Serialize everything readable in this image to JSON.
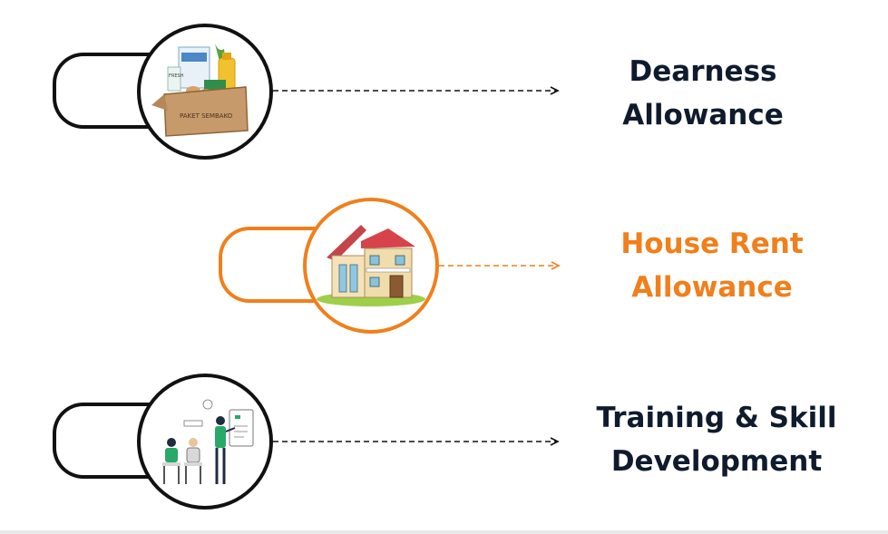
{
  "items": [
    {
      "label_line1": "Dearness",
      "label_line2": "Allowance",
      "icon": "grocery-box-icon",
      "box_text": "PAKET SEMBAKO",
      "box_small": "FRESH",
      "color": "#111111"
    },
    {
      "label_line1": "House Rent",
      "label_line2": "Allowance",
      "icon": "house-icon",
      "color": "#f07f1c"
    },
    {
      "label_line1": "Training & Skill",
      "label_line2": "Development",
      "icon": "training-presentation-icon",
      "color": "#111111"
    }
  ]
}
